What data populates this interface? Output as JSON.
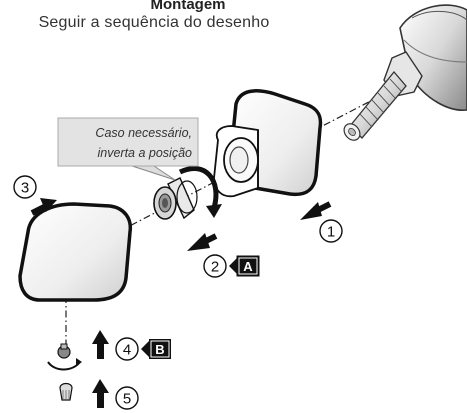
{
  "header": {
    "title": "Montagem",
    "subtitle": "Seguir a sequência do desenho"
  },
  "callout": {
    "line1": "Caso necessário,",
    "line2": "inverta a posição"
  },
  "steps": [
    {
      "number": "1"
    },
    {
      "number": "2",
      "tag": "A"
    },
    {
      "number": "3"
    },
    {
      "number": "4",
      "tag": "B"
    },
    {
      "number": "5"
    }
  ]
}
